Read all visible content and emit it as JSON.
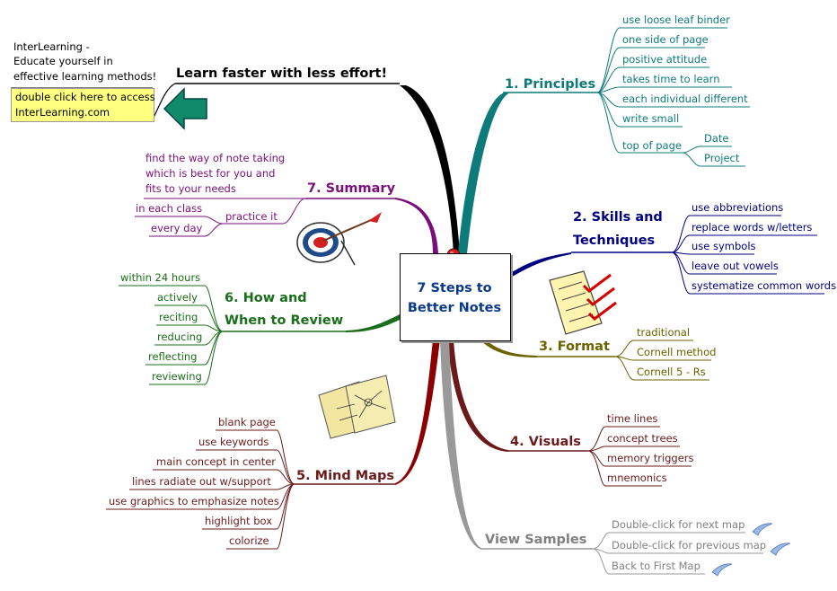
{
  "colors": {
    "teal": "#0e7b7b",
    "navy": "#000080",
    "olive": "#6b6200",
    "maroon": "#6b1a1a",
    "purple": "#7a0f7a",
    "green": "#1a6d1a",
    "gray": "#808080",
    "note_yellow": "#ffff80"
  },
  "center": {
    "title": "7 Steps to Better Notes"
  },
  "promo": {
    "info_line1": "InterLearning -",
    "info_line2": "Educate yourself in",
    "info_line3": "effective learning methods!",
    "headline": "Learn faster with less effort!",
    "link_line1": "double click here to access",
    "link_line2": "InterLearning.com"
  },
  "principles": {
    "title": "1. Principles",
    "items": [
      "use loose leaf binder",
      "one side of page",
      "positive attitude",
      "takes time to learn",
      "each individual different",
      "write small",
      "top of page"
    ],
    "top_of_page_items": [
      "Date",
      "Project"
    ]
  },
  "skills": {
    "title_line1": "2. Skills and",
    "title_line2": "Techniques",
    "items": [
      "use abbreviations",
      "replace words w/letters",
      "use symbols",
      "leave out vowels",
      "systematize common words"
    ]
  },
  "format": {
    "title": "3. Format",
    "items": [
      "traditional",
      "Cornell method",
      "Cornell 5 - Rs"
    ]
  },
  "visuals": {
    "title": "4. Visuals",
    "items": [
      "time lines",
      "concept trees",
      "memory triggers",
      "mnemonics"
    ]
  },
  "mindmaps": {
    "title": "5. Mind Maps",
    "items": [
      "blank page",
      "use keywords",
      "main concept in center",
      "lines radiate out w/support",
      "use graphics to emphasize notes",
      "highlight box",
      "colorize"
    ]
  },
  "review": {
    "title_line1": "6. How and",
    "title_line2": "When to Review",
    "items": [
      "within 24 hours",
      "actively",
      "reciting",
      "reducing",
      "reflecting",
      "reviewing"
    ]
  },
  "summary": {
    "title": "7. Summary",
    "note_line1": "find the way of note taking",
    "note_line2": "which is best for you and",
    "note_line3": "fits to your needs",
    "practice": "practice it",
    "practice_items": [
      "in each class",
      "every day"
    ]
  },
  "samples": {
    "title": "View Samples",
    "items": [
      "Double-click for next map",
      "Double-click for previous map",
      "Back to First Map"
    ]
  }
}
